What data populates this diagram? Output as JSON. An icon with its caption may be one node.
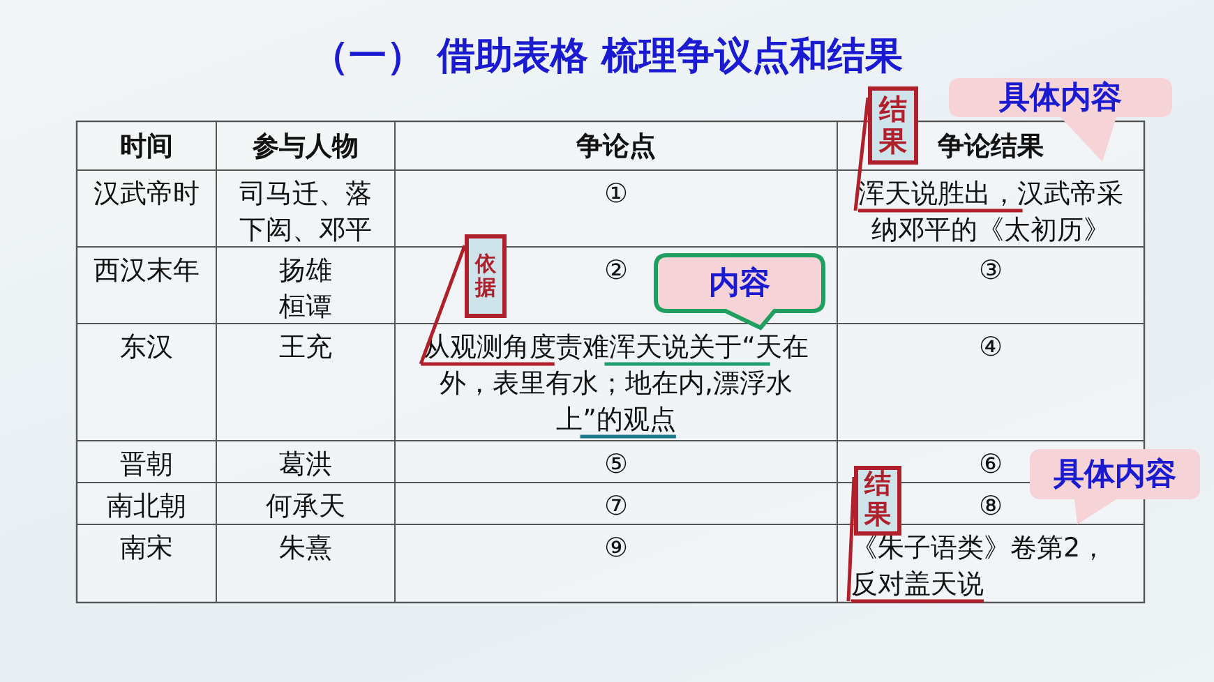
{
  "diagram": {
    "title": "（一） 借助表格 梳理争议点和结果",
    "nodes": [
      {
        "text": [
          "结果"
        ]
      },
      {
        "text": [
          "具体内容"
        ]
      },
      {
        "text": [
          "依据"
        ]
      },
      {
        "text": [
          "内容"
        ]
      },
      {
        "text": [
          "具体内容"
        ]
      },
      {
        "text": [
          "结果"
        ]
      },
      {
        "text": [
          "浑天说胜出，汉武帝采纳邓平的《太初历》"
        ]
      },
      {
        "text": [
          "从观测角度责难浑天说关于“天在外，表里有水；地在内,漂浮水上”的观点"
        ]
      },
      {
        "text": [
          "《朱子语类》卷第2，反对盖天说"
        ]
      }
    ],
    "edges": [
      {
        "from": 0,
        "to": 6,
        "arrow": "none"
      },
      {
        "from": 2,
        "to": 7,
        "arrow": "none"
      },
      {
        "from": 5,
        "to": 8,
        "arrow": "none"
      }
    ],
    "labels": [
      "时间",
      "参与人物",
      "争论点",
      "争论结果",
      "汉武帝时",
      "司马迁、落下闳、邓平",
      "①",
      "西汉末年",
      "扬雄桓谭",
      "②",
      "③",
      "东汉",
      "王充",
      "④",
      "晋朝",
      "葛洪",
      "⑤",
      "⑥",
      "南北朝",
      "何承天",
      "⑦",
      "⑧",
      "南宋",
      "朱熹",
      "⑨"
    ]
  }
}
